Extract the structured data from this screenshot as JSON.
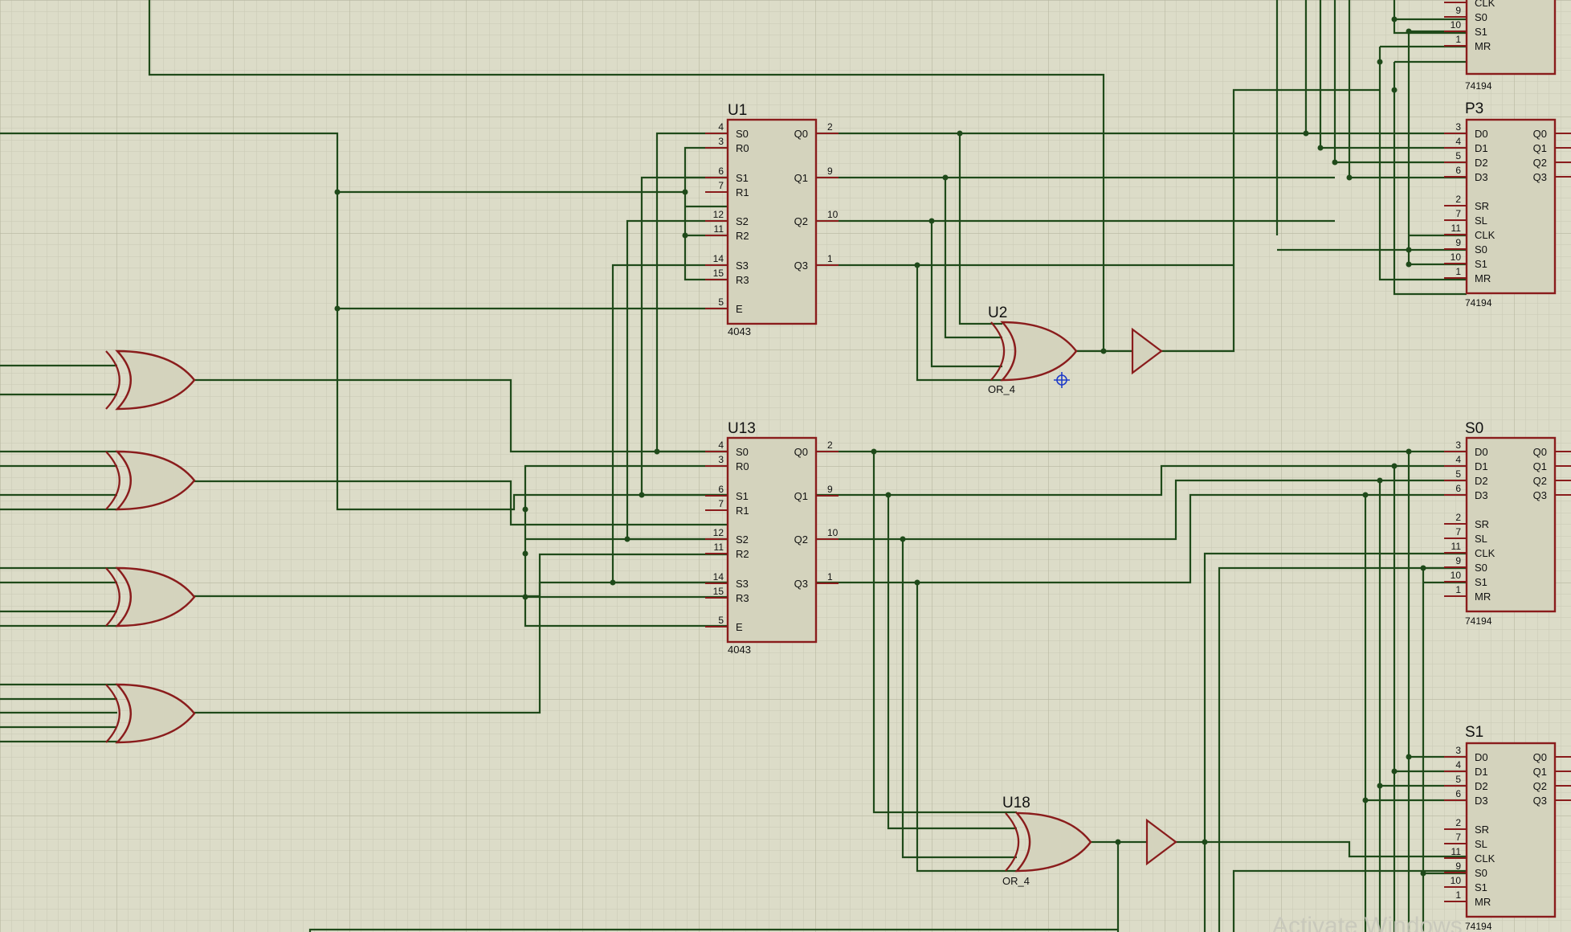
{
  "colors": {
    "background": "#dcdcc8",
    "grid_minor": "#c9c9b4",
    "grid_major": "#b9b9a3",
    "wire": "#1f4a1a",
    "component_fill": "#d4d3bd",
    "component_stroke": "#8a1c1c",
    "text": "#111111",
    "cursor": "#1f3cc9"
  },
  "components": {
    "u1": {
      "ref": "U1",
      "part": "4043"
    },
    "u13": {
      "ref": "U13",
      "part": "4043"
    },
    "u2": {
      "ref": "U2",
      "part": "OR_4"
    },
    "u18": {
      "ref": "U18",
      "part": "OR_4"
    },
    "p3": {
      "ref": "P3",
      "part": "74194"
    },
    "s0": {
      "ref": "S0",
      "part": "74194"
    },
    "s1": {
      "ref": "S1",
      "part": "74194"
    },
    "top_reg": {
      "part": "74194"
    }
  },
  "latch_pins": {
    "left": [
      {
        "num": "4",
        "name": "S0"
      },
      {
        "num": "3",
        "name": "R0"
      },
      {
        "num": "6",
        "name": "S1"
      },
      {
        "num": "7",
        "name": "R1"
      },
      {
        "num": "12",
        "name": "S2"
      },
      {
        "num": "11",
        "name": "R2"
      },
      {
        "num": "14",
        "name": "S3"
      },
      {
        "num": "15",
        "name": "R3"
      },
      {
        "num": "5",
        "name": "E"
      }
    ],
    "right": [
      {
        "num": "2",
        "name": "Q0"
      },
      {
        "num": "9",
        "name": "Q1"
      },
      {
        "num": "10",
        "name": "Q2"
      },
      {
        "num": "1",
        "name": "Q3"
      }
    ]
  },
  "register_pins": {
    "left": [
      {
        "num": "3",
        "name": "D0"
      },
      {
        "num": "4",
        "name": "D1"
      },
      {
        "num": "5",
        "name": "D2"
      },
      {
        "num": "6",
        "name": "D3"
      },
      {
        "num": "2",
        "name": "SR"
      },
      {
        "num": "7",
        "name": "SL"
      },
      {
        "num": "11",
        "name": "CLK"
      },
      {
        "num": "9",
        "name": "S0"
      },
      {
        "num": "10",
        "name": "S1"
      },
      {
        "num": "1",
        "name": "MR"
      }
    ],
    "right": [
      "Q0",
      "Q1",
      "Q2",
      "Q3"
    ]
  },
  "watermark": "Activate Windows"
}
